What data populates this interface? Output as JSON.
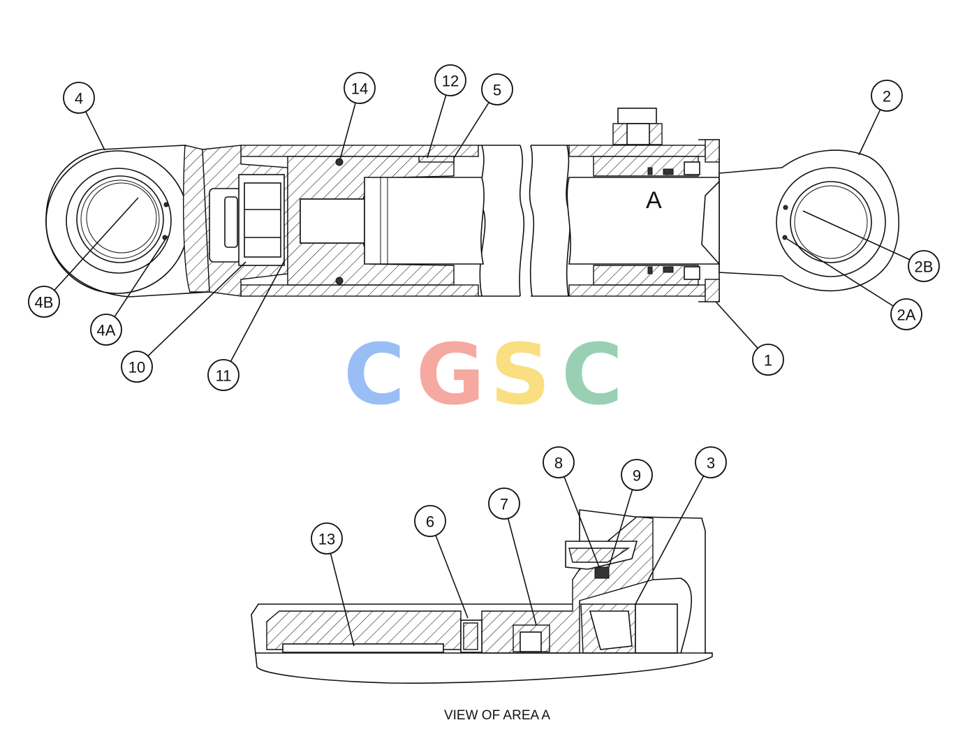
{
  "callouts": [
    {
      "label": "4"
    },
    {
      "label": "14"
    },
    {
      "label": "12"
    },
    {
      "label": "5"
    },
    {
      "label": "2"
    },
    {
      "label": "4B"
    },
    {
      "label": "4A"
    },
    {
      "label": "10"
    },
    {
      "label": "11"
    },
    {
      "label": "1"
    },
    {
      "label": "2B"
    },
    {
      "label": "2A"
    },
    {
      "label": "8"
    },
    {
      "label": "9"
    },
    {
      "label": "3"
    },
    {
      "label": "7"
    },
    {
      "label": "6"
    },
    {
      "label": "13"
    }
  ],
  "area_label": "A",
  "caption": "VIEW OF AREA A",
  "watermark": {
    "letters": [
      "C",
      "G",
      "S",
      "C"
    ],
    "colors": [
      "#8fb8f5",
      "#f5a096",
      "#f9dc74",
      "#8ecbab"
    ]
  }
}
